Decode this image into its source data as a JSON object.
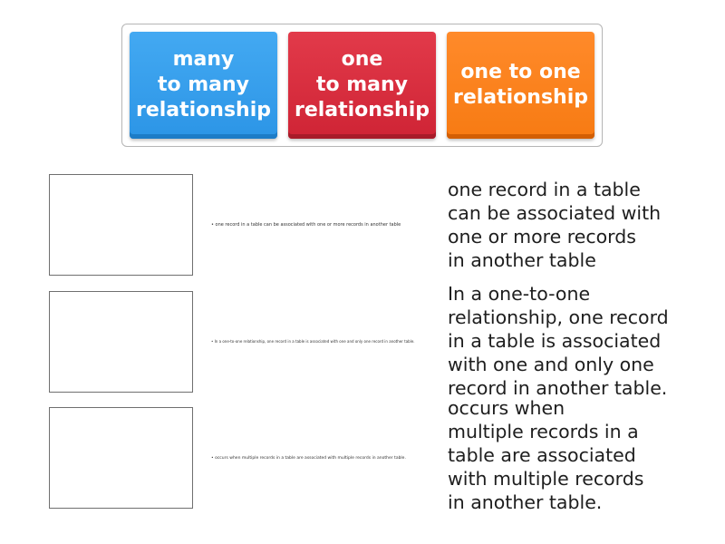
{
  "tiles": [
    {
      "label": "many\nto many\nrelationship",
      "color": "#2c95e6"
    },
    {
      "label": "one\nto many\nrelationship",
      "color": "#cf2435"
    },
    {
      "label": "one to one\nrelationship",
      "color": "#f77b13"
    }
  ],
  "rows": [
    {
      "small_text": "• one record in a table can be associated with one or more records in another table",
      "description": "one record in a table\ncan be associated with\none or more records\nin another table"
    },
    {
      "small_text": "• In a one-to-one relationship, one record in a table is associated with one and only one record in another table.",
      "description": "In a one-to-one\nrelationship, one record\nin a table is associated\n with one and only one\n record in another table."
    },
    {
      "small_text": "• occurs when multiple records in a table are associated with multiple records in another table.",
      "description": "occurs when\nmultiple records in a\n table are associated\n with multiple records\nin another table."
    }
  ]
}
